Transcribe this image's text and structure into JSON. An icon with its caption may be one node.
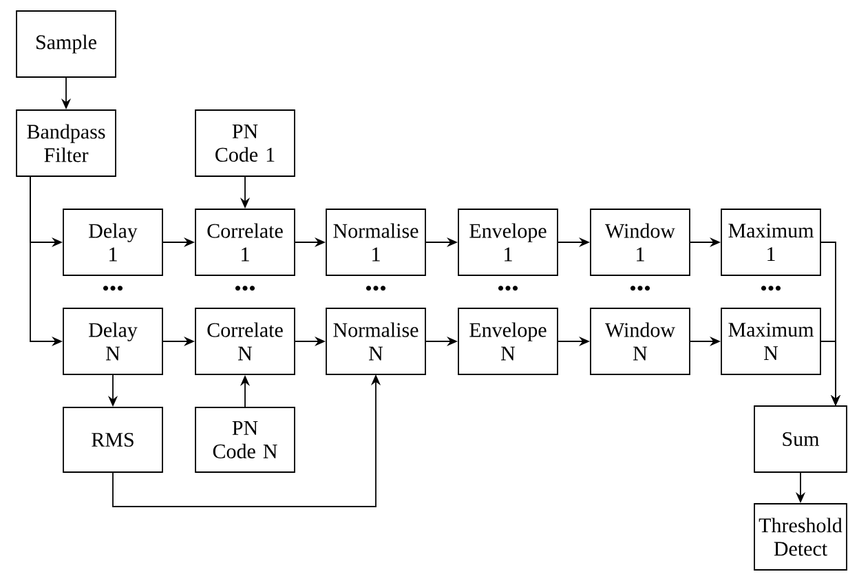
{
  "diagram": {
    "nodes": [
      {
        "text": [
          "Sample"
        ]
      },
      {
        "text": [
          "Bandpass Filter"
        ]
      },
      {
        "text": [
          "PN Code 1"
        ]
      },
      {
        "text": [
          "Delay 1"
        ]
      },
      {
        "text": [
          "Correlate 1"
        ]
      },
      {
        "text": [
          "Normalise 1"
        ]
      },
      {
        "text": [
          "Envelope 1"
        ]
      },
      {
        "text": [
          "Window 1"
        ]
      },
      {
        "text": [
          "Maximum 1"
        ]
      },
      {
        "text": [
          "Delay N"
        ]
      },
      {
        "text": [
          "Correlate N"
        ]
      },
      {
        "text": [
          "Normalise N"
        ]
      },
      {
        "text": [
          "Envelope N"
        ]
      },
      {
        "text": [
          "Window N"
        ]
      },
      {
        "text": [
          "Maximum N"
        ]
      },
      {
        "text": [
          "RMS"
        ]
      },
      {
        "text": [
          "PN Code N"
        ]
      },
      {
        "text": [
          "Sum"
        ]
      },
      {
        "text": [
          "Threshold Detect"
        ]
      }
    ],
    "edges": [
      {
        "from": 0,
        "to": 1,
        "arrow": "to"
      },
      {
        "from": 1,
        "to": 3,
        "arrow": "to"
      },
      {
        "from": 1,
        "to": 9,
        "arrow": "to"
      },
      {
        "from": 2,
        "to": 4,
        "arrow": "to"
      },
      {
        "from": 3,
        "to": 4,
        "arrow": "to"
      },
      {
        "from": 4,
        "to": 5,
        "arrow": "to"
      },
      {
        "from": 5,
        "to": 6,
        "arrow": "to"
      },
      {
        "from": 6,
        "to": 7,
        "arrow": "to"
      },
      {
        "from": 7,
        "to": 8,
        "arrow": "to"
      },
      {
        "from": 9,
        "to": 10,
        "arrow": "to"
      },
      {
        "from": 10,
        "to": 11,
        "arrow": "to"
      },
      {
        "from": 11,
        "to": 12,
        "arrow": "to"
      },
      {
        "from": 12,
        "to": 13,
        "arrow": "to"
      },
      {
        "from": 13,
        "to": 14,
        "arrow": "to"
      },
      {
        "from": 9,
        "to": 15,
        "arrow": "to"
      },
      {
        "from": 16,
        "to": 10,
        "arrow": "to"
      },
      {
        "from": 15,
        "to": 11,
        "arrow": "to"
      },
      {
        "from": 8,
        "to": 17,
        "arrow": "to"
      },
      {
        "from": 14,
        "to": 17,
        "arrow": "to"
      },
      {
        "from": 17,
        "to": 18,
        "arrow": "to"
      }
    ],
    "labels": [
      "•••",
      "•••",
      "•••",
      "•••",
      "•••",
      "•••"
    ]
  }
}
